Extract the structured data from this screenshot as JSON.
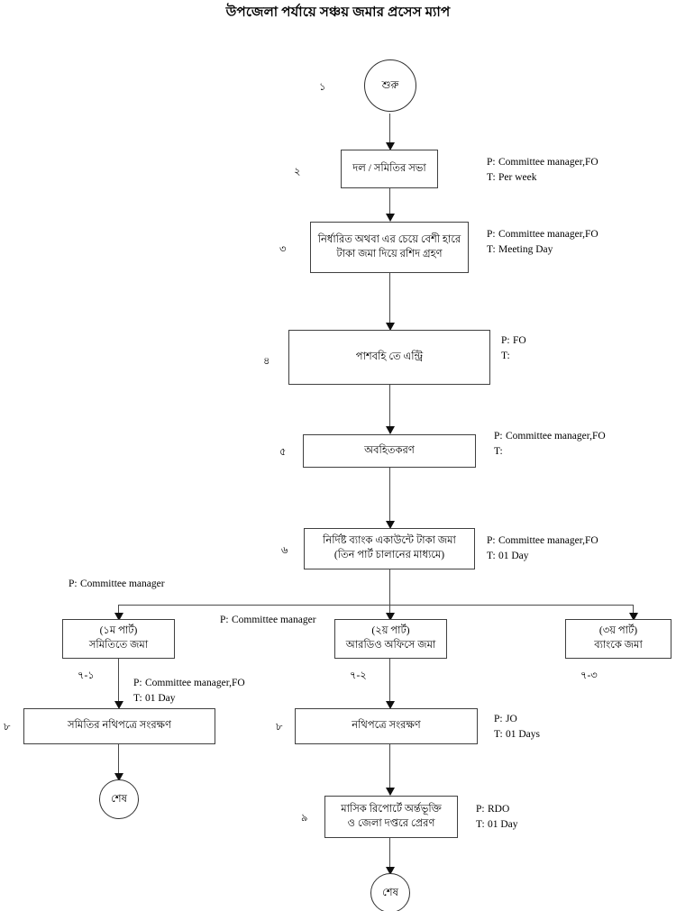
{
  "title": "উপজেলা পর্যায়ে সঞ্চয় জমার প্রসেস ম্যাপ",
  "nodes": {
    "start": {
      "label": "শুরু",
      "number": "১"
    },
    "step2": {
      "line1": "দল / সমিতির সভা",
      "number": "২"
    },
    "step3": {
      "line1": "নির্ধারিত অথবা এর চেয়ে বেশী হারে",
      "line2": "টাকা জমা দিয়ে রশিদ গ্রহণ",
      "number": "৩"
    },
    "step4": {
      "line1": "পাশবহি তে এন্ট্রি",
      "number": "৪"
    },
    "step5": {
      "line1": "অবহিতকরণ",
      "number": "৫"
    },
    "step6": {
      "line1": "নির্দিষ্ট ব্যাংক একাউন্টে টাকা জমা",
      "line2": "(তিন পার্ট চালানের মাধ্যমে)",
      "number": "৬"
    },
    "step7a": {
      "line1": "(১ম পার্ট)",
      "line2": "সমিতিতে জমা",
      "number": "৭-১"
    },
    "step7b": {
      "line1": "(২য় পার্ট)",
      "line2": "আরডিও অফিসে জমা",
      "number": "৭-২"
    },
    "step7c": {
      "line1": "(৩য় পার্ট)",
      "line2": "ব্যাংকে জমা",
      "number": "৭-৩"
    },
    "step8a": {
      "line1": "সমিতির নথিপত্রে সংরক্ষণ",
      "number": "৮"
    },
    "step8b": {
      "line1": "নথিপত্রে সংরক্ষণ",
      "number": "৮"
    },
    "step9": {
      "line1": "মাসিক রিপোর্টে অর্ন্তভূক্তি",
      "line2": "ও জেলা দপ্তরে প্রেরণ",
      "number": "৯"
    },
    "end_left": {
      "label": "শেষ"
    },
    "end_mid": {
      "label": "শেষ"
    }
  },
  "annotations": {
    "a2": {
      "p_key": "P:",
      "p_val": "Committee manager,FO",
      "t_key": "T:",
      "t_val": "Per week"
    },
    "a3": {
      "p_key": "P:",
      "p_val": "Committee manager,FO",
      "t_key": "T:",
      "t_val": "Meeting Day"
    },
    "a4": {
      "p_key": "P:",
      "p_val": "FO",
      "t_key": "T:",
      "t_val": ""
    },
    "a5": {
      "p_key": "P:",
      "p_val": "Committee manager,FO",
      "t_key": "T:",
      "t_val": ""
    },
    "a6": {
      "p_key": "P:",
      "p_val": "Committee manager,FO",
      "t_key": "T:",
      "t_val": "01 Day"
    },
    "a7a": {
      "p_key": "P:",
      "p_val": "Committee manager"
    },
    "a7b": {
      "p_key": "P:",
      "p_val": "Committee manager"
    },
    "a8a": {
      "p_key": "P:",
      "p_val": "Committee manager,FO",
      "t_key": "T:",
      "t_val": "01 Day"
    },
    "a8b": {
      "p_key": "P:",
      "p_val": "JO",
      "t_key": "T:",
      "t_val": "01 Days"
    },
    "a9": {
      "p_key": "P:",
      "p_val": "RDO",
      "t_key": "T:",
      "t_val": "01 Day"
    }
  },
  "colors": {
    "line": "#4a4a4a",
    "box_border": "#404040",
    "text": "#000000",
    "background": "#ffffff"
  }
}
